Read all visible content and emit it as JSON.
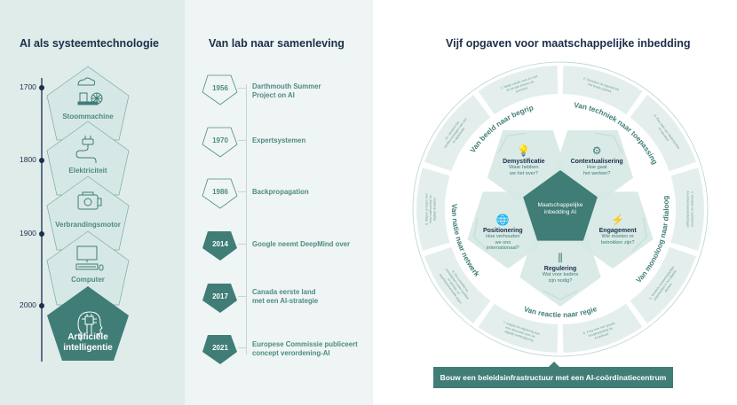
{
  "section1": {
    "title": "AI als systeemtechnologie",
    "ticks": [
      "1700",
      "1800",
      "1900",
      "2000"
    ],
    "eras": [
      {
        "label": "Stoommachine",
        "icon": "steam-engine-icon"
      },
      {
        "label": "Elektriciteit",
        "icon": "power-plug-icon"
      },
      {
        "label": "Verbrandingsmotor",
        "icon": "engine-icon"
      },
      {
        "label": "Computer",
        "icon": "computer-icon"
      },
      {
        "label": "Artificiële intelligentie",
        "label_line1": "Artificiële",
        "label_line2": "intelligentie",
        "icon": "ai-head-chip-icon"
      }
    ]
  },
  "section2": {
    "title": "Van lab naar samenleving",
    "events": [
      {
        "year": "1956",
        "line1": "Darthmouth Summer",
        "line2": "Project on AI"
      },
      {
        "year": "1970",
        "line1": "Expertsystemen",
        "line2": ""
      },
      {
        "year": "1986",
        "line1": "Backpropagation",
        "line2": ""
      },
      {
        "year": "2014",
        "line1": "Google neemt DeepMind over",
        "line2": ""
      },
      {
        "year": "2017",
        "line1": "Canada eerste land",
        "line2": "met een AI-strategie"
      },
      {
        "year": "2021",
        "line1": "Europese Commissie publiceert",
        "line2": "concept verordening-AI"
      }
    ]
  },
  "section3": {
    "title": "Vijf opgaven voor maatschappelijke inbedding",
    "center": {
      "line1": "Maatschappelijke",
      "line2": "inbedding AI"
    },
    "tasks": [
      {
        "title": "Demystificatie",
        "q1": "Waar hebben",
        "q2": "we het over?",
        "q3": ""
      },
      {
        "title": "Contextualisering",
        "q1": "Hoe gaat",
        "q2": "het werken?",
        "q3": ""
      },
      {
        "title": "Engagement",
        "q1": "Wie moeten er",
        "q2": "betrokken zijn?",
        "q3": ""
      },
      {
        "title": "Regulering",
        "q1": "Wat voor kaders",
        "q2": "zijn nodig?",
        "q3": ""
      },
      {
        "title": "Positionering",
        "q1": "Hoe verhouden",
        "q2": "we ons",
        "q3": "internationaal?"
      }
    ],
    "transitions": [
      "Van beeld naar begrip",
      "Van techniek naar toepassing",
      "Van monoloog naar dialoog",
      "Van reactie naar regie",
      "Van natie naar netwerk"
    ],
    "recommendations": [
      "1. Maak ruimte voor en met AI tot dan binnen de overheid",
      "2. Stimuleer AI-wijsheid bij het brede publiek",
      "3. Kies voor een Nederlandse AI-identiteit",
      "4. Versterk en coördineer AI-onderzoeksinstellingen",
      "5. Versterk maatschappelijke organisaties in het digitale domein",
      "6. Zorg voor een goede terugkoppeling bij AI-gebruik",
      "7. Koppel AI-regulering aan een discussie over de digitale leefomgeving",
      "8. Ga surveillance, scheefgroei tussen publiek en privaat, en machtsconcentratie tegen",
      "9. Wapen je tegen een 'informatieoorlog' en digitale dictatuur",
      "10. Versterk het verdienvermogen met een AI-diplomatie"
    ],
    "banner": "Bouw een beleidsinfrastructuur met een AI-coördinatiecentrum"
  },
  "colors": {
    "teal": "#3f7d76",
    "teal_text": "#4f8a82",
    "navy": "#1b2e4a",
    "pale": "#dfecea"
  }
}
